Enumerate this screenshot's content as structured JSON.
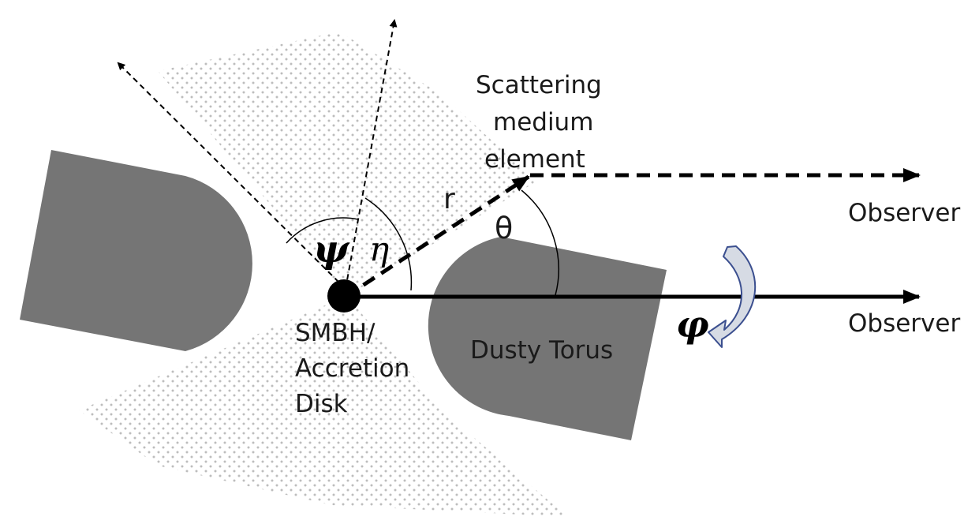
{
  "labels": {
    "scattering_line1": "Scattering",
    "scattering_line2": "medium",
    "scattering_line3": "element",
    "observer_top": "Observer",
    "observer_bottom": "Observer",
    "radius": "r",
    "theta": "θ",
    "psi": "ψ",
    "eta": "η",
    "phi": "φ",
    "smbh_line1": "SMBH/",
    "smbh_line2": "Accretion",
    "smbh_line3": "Disk",
    "torus": "Dusty Torus"
  },
  "colors": {
    "torus_fill": "#757575",
    "line": "#000000",
    "arrow_fill": "#d6dbe4",
    "arrow_stroke": "#3b4f8f",
    "dots": "#bdbdbd"
  }
}
